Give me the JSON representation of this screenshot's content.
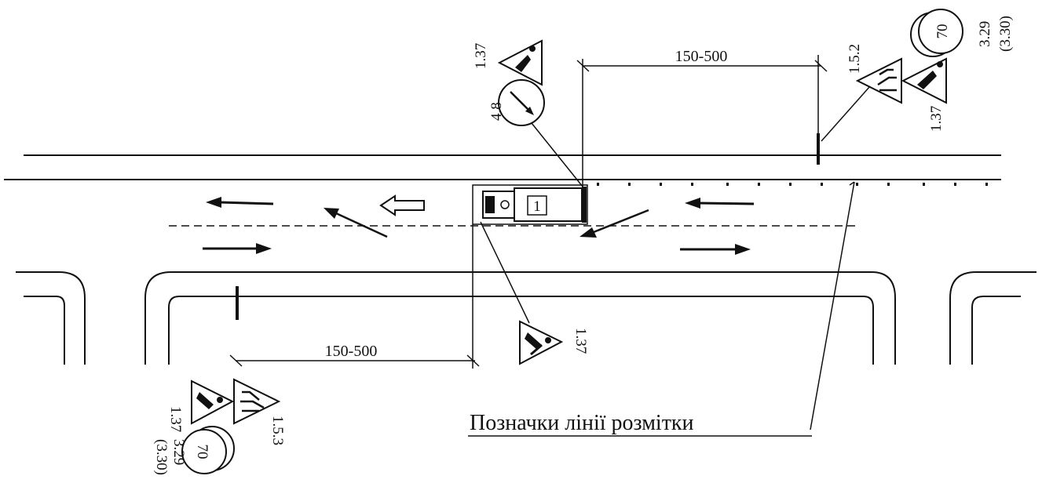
{
  "dimensions": {
    "top_span": "150-500",
    "bottom_span": "150-500"
  },
  "sign_codes": {
    "top_roadwork": "1.37",
    "top_direction": "4.8",
    "right_narrowing": "1.5.2",
    "right_roadwork": "1.37",
    "right_speed": "3.29",
    "right_speed_alt": "(3.30)",
    "lower_roadwork": "1.37",
    "left_roadwork": "1.37",
    "left_narrowing": "1.5.3",
    "left_speed": "3.29",
    "left_speed_alt": "(3.30)"
  },
  "speed_limit": {
    "right_value": "70",
    "left_value": "70"
  },
  "vehicle": {
    "number": "1"
  },
  "caption": "Позначки лінії  розмітки"
}
